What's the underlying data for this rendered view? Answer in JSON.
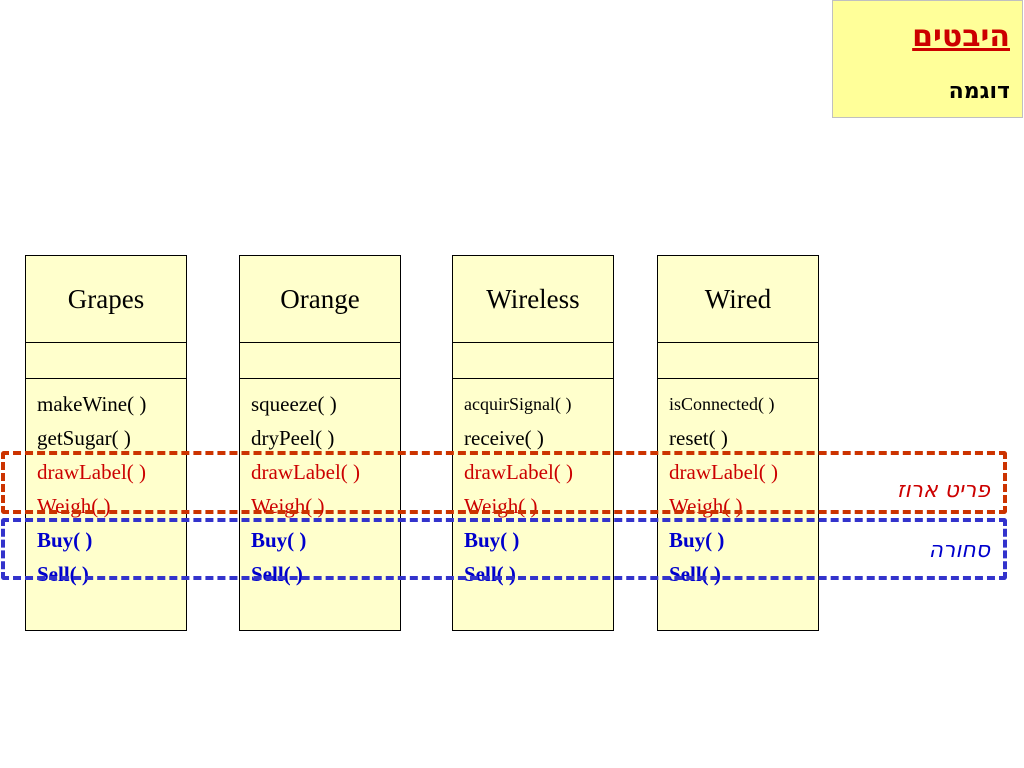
{
  "header": {
    "title": "היבטים",
    "subtitle": "דוגמה"
  },
  "colors": {
    "title_bg": "#ffff99",
    "class_bg": "#ffffcc",
    "red": "#cc0000",
    "blue": "#0000cc",
    "red_dash": "#cc3300",
    "blue_dash": "#3333cc"
  },
  "classes": [
    {
      "name": "Grapes",
      "ops": [
        "makeWine( )",
        "getSugar( )",
        "drawLabel( )",
        "Weigh( )",
        "Buy( )",
        "Sell( )"
      ]
    },
    {
      "name": "Orange",
      "ops": [
        "squeeze( )",
        "dryPeel( )",
        "drawLabel( )",
        "Weigh( )",
        "Buy( )",
        "Sell( )"
      ]
    },
    {
      "name": "Wireless",
      "ops": [
        "acquirSignal( )",
        "receive( )",
        "drawLabel( )",
        "Weigh( )",
        "Buy( )",
        "Sell( )"
      ]
    },
    {
      "name": "Wired",
      "ops": [
        "isConnected( )",
        "reset( )",
        "drawLabel( )",
        "Weigh( )",
        "Buy( )",
        "Sell( )"
      ]
    }
  ],
  "groups": {
    "packaged": "פריט ארוז",
    "merchandise": "סחורה"
  }
}
